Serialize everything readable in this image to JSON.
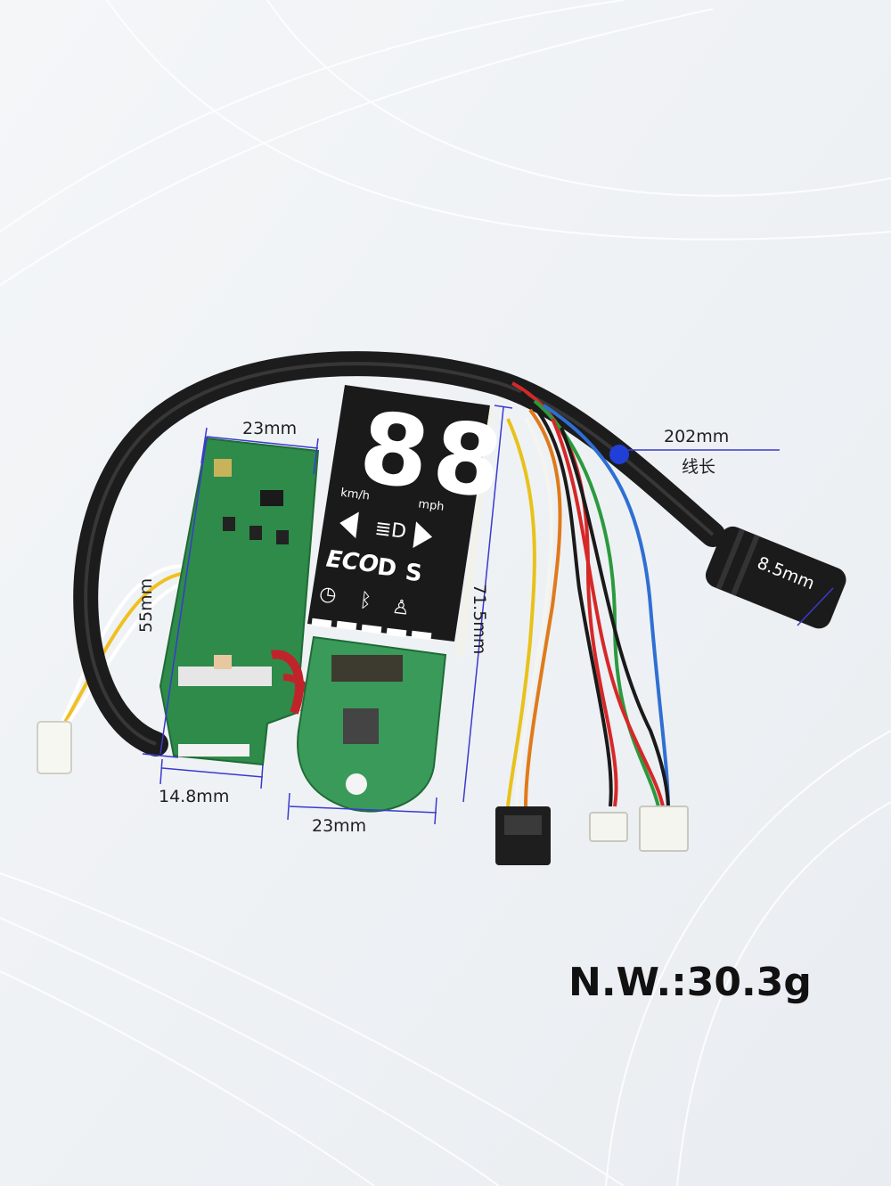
{
  "labels": {
    "pcb_top_width": "23mm",
    "pcb_height": "55mm",
    "pcb_bottom_width": "14.8mm",
    "dash_height": "71.5mm",
    "dash_bottom_width": "23mm",
    "cable_length": "202mm",
    "cable_length_cn": "线长",
    "connector_diameter": "8.5mm",
    "net_weight": "N.W.:30.3g"
  },
  "display": {
    "speed_digits": "88",
    "unit_kmh": "km/h",
    "unit_mph": "mph",
    "mode_eco": "ECO",
    "mode_d": "D",
    "mode_s": "S"
  },
  "colors": {
    "pcb_green": "#2e8b4a",
    "lcd_black": "#1a1a1a",
    "cable_black": "#1c1c1c",
    "marker_blue": "#1f3fd6",
    "dim_line": "#3a3acf"
  },
  "icons": [
    "left-arrow-icon",
    "headlight-icon",
    "right-arrow-icon",
    "speedometer-icon",
    "bluetooth-icon",
    "walk-icon"
  ]
}
